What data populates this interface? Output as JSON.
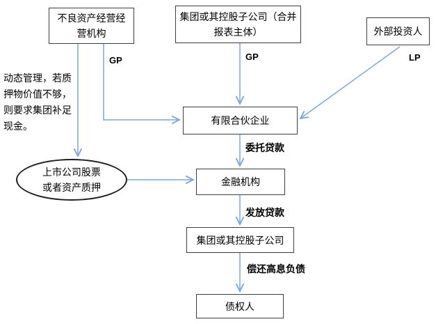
{
  "diagram": {
    "colors": {
      "background": "#ffffff",
      "arrow": "#7ca7d8",
      "box_border": "#3d3d3d",
      "text": "#000000"
    },
    "nodes": {
      "distressed_asset_manager": "不良资产经营经营机构",
      "group_consolidated": "集团或其控股子公司（合并报表主体）",
      "external_investor": "外部投资人",
      "limited_partnership": "有限合伙企业",
      "financial_institution": "金融机构",
      "group_subsidiary": "集团或其控股子公司",
      "creditor": "债权人",
      "pledge_ellipse": "上市公司股票或者资产质押"
    },
    "annotation": "动态管理，若质押物价值不够，则要求集团补足现金。",
    "edge_labels": {
      "gp_left": "GP",
      "gp_middle": "GP",
      "lp": "LP",
      "entrusted_loan": "委托贷款",
      "issue_loan": "发放贷款",
      "repay_debt": "偿还高息负债"
    }
  }
}
